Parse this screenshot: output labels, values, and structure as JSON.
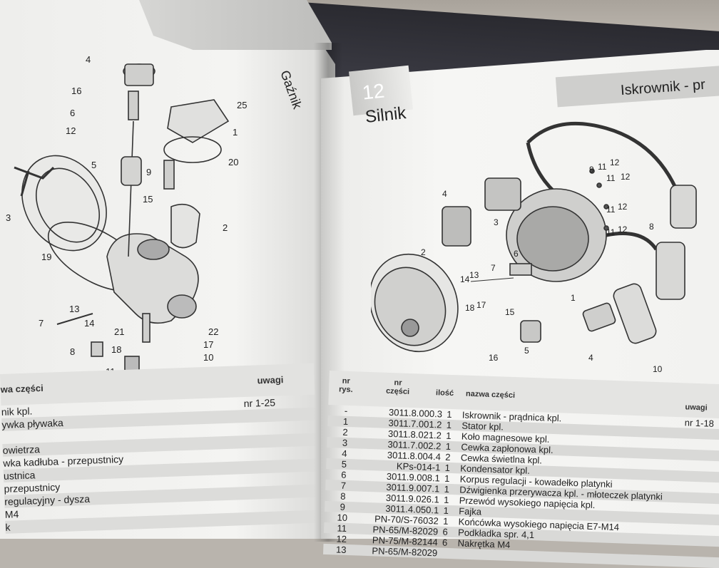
{
  "left_page": {
    "section_title": "Gaźnik",
    "callouts": [
      "4",
      "16",
      "6",
      "12",
      "5",
      "3",
      "19",
      "13",
      "7",
      "14",
      "8",
      "11",
      "21",
      "18",
      "22",
      "17",
      "10",
      "2",
      "15",
      "9",
      "20",
      "1",
      "25"
    ],
    "table": {
      "headers": {
        "name": "wa części",
        "remarks": "uwagi"
      },
      "rows": [
        {
          "name": "nik kpl.",
          "remarks": "nr 1-25"
        },
        {
          "name": "ywka pływaka",
          "remarks": ""
        },
        {
          "name": "",
          "remarks": ""
        },
        {
          "name": "owietrza",
          "remarks": ""
        },
        {
          "name": "wka kadłuba - przepustnicy",
          "remarks": ""
        },
        {
          "name": "ustnica",
          "remarks": ""
        },
        {
          "name": "przepustnicy",
          "remarks": ""
        },
        {
          "name": "regulacyjny - dysza",
          "remarks": ""
        },
        {
          "name": "M4",
          "remarks": ""
        },
        {
          "name": "k",
          "remarks": ""
        }
      ]
    }
  },
  "right_page": {
    "page_number": "12",
    "chapter": "Silnik",
    "section_title": "Iskrownik - pr",
    "callouts": [
      "9",
      "11",
      "12",
      "4",
      "3",
      "2",
      "6",
      "7",
      "14",
      "13",
      "18",
      "17",
      "15",
      "16",
      "5",
      "1",
      "8",
      "4",
      "10"
    ],
    "table": {
      "headers": {
        "nr_rys": "nr\nrys.",
        "nr_czesci": "nr\nczęści",
        "ilosc": "ilość",
        "nazwa": "nazwa części",
        "uwagi": "uwagi"
      },
      "rows": [
        {
          "nr": "-",
          "czesc": "3011.8.000.3",
          "ilosc": "1",
          "nazwa": "Iskrownik - prądnica kpl.",
          "uwagi": "nr 1-18"
        },
        {
          "nr": "1",
          "czesc": "3011.7.001.2",
          "ilosc": "1",
          "nazwa": "Stator kpl.",
          "uwagi": ""
        },
        {
          "nr": "2",
          "czesc": "3011.8.021.2",
          "ilosc": "1",
          "nazwa": "Koło magnesowe kpl.",
          "uwagi": ""
        },
        {
          "nr": "3",
          "czesc": "3011.7.002.2",
          "ilosc": "1",
          "nazwa": "Cewka zapłonowa kpl.",
          "uwagi": ""
        },
        {
          "nr": "4",
          "czesc": "3011.8.004.4",
          "ilosc": "2",
          "nazwa": "Cewka świetlna kpl.",
          "uwagi": ""
        },
        {
          "nr": "5",
          "czesc": "KPs-014-1",
          "ilosc": "1",
          "nazwa": "Kondensator kpl.",
          "uwagi": ""
        },
        {
          "nr": "6",
          "czesc": "3011.9.008.1",
          "ilosc": "1",
          "nazwa": "Korpus regulacji - kowadełko platynki",
          "uwagi": ""
        },
        {
          "nr": "7",
          "czesc": "3011.9.007.1",
          "ilosc": "1",
          "nazwa": "Dźwigienka przerywacza kpl. - młoteczek platynki",
          "uwagi": ""
        },
        {
          "nr": "8",
          "czesc": "3011.9.026.1",
          "ilosc": "1",
          "nazwa": "Przewód wysokiego napięcia kpl.",
          "uwagi": ""
        },
        {
          "nr": "9",
          "czesc": "3011.4.050.1",
          "ilosc": "1",
          "nazwa": "Fajka",
          "uwagi": ""
        },
        {
          "nr": "10",
          "czesc": "PN-70/S-76032",
          "ilosc": "1",
          "nazwa": "Końcówka wysokiego napięcia E7-M14",
          "uwagi": ""
        },
        {
          "nr": "11",
          "czesc": "PN-65/M-82029",
          "ilosc": "6",
          "nazwa": "Podkładka spr. 4,1",
          "uwagi": ""
        },
        {
          "nr": "12",
          "czesc": "PN-75/M-82144",
          "ilosc": "6",
          "nazwa": "Nakrętka M4",
          "uwagi": ""
        },
        {
          "nr": "13",
          "czesc": "PN-65/M-82029",
          "ilosc": "",
          "nazwa": "",
          "uwagi": ""
        }
      ]
    }
  }
}
